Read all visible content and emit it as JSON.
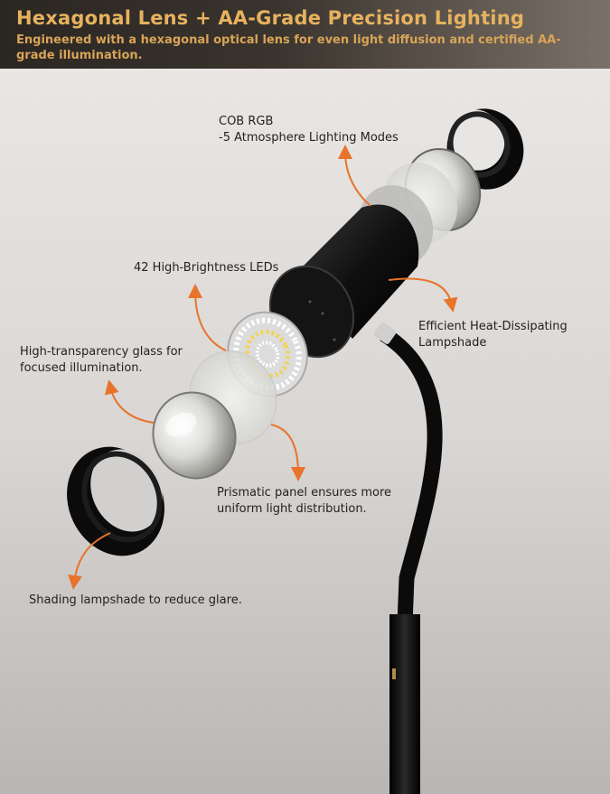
{
  "header": {
    "title": "Hexagonal Lens + AA-Grade Precision Lighting",
    "subtitle": "Engineered with a hexagonal optical lens for even light diffusion and certified AA-grade illumination."
  },
  "callouts": {
    "cob_rgb_line1": "COB RGB",
    "cob_rgb_line2": "-5 Atmosphere Lighting Modes",
    "leds": "42 High-Brightness LEDs",
    "heat_line1": "Efficient Heat-Dissipating",
    "heat_line2": "Lampshade",
    "glass_line1": "High-transparency glass for",
    "glass_line2": "focused illumination.",
    "prism_line1": "Prismatic panel ensures more",
    "prism_line2": "uniform light distribution.",
    "shading": "Shading lampshade to reduce glare."
  },
  "colors": {
    "accent_orange": "#e8732a",
    "title_gold": "#e7b25f",
    "lamp_black": "#111111"
  }
}
